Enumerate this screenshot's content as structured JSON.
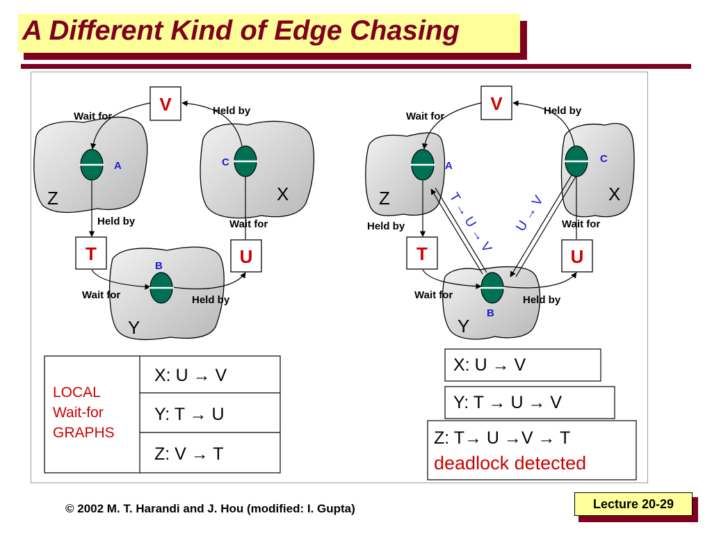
{
  "title": "A Different Kind of Edge Chasing",
  "footer": "© 2002 M. T. Harandi and J. Hou (modified: I. Gupta)",
  "lecture": "Lecture 20-29",
  "left": {
    "resources": {
      "V": "V",
      "T": "T",
      "U": "U"
    },
    "sites": {
      "Z": "Z",
      "X": "X",
      "Y": "Y"
    },
    "processes": {
      "A": "A",
      "B": "B",
      "C": "C"
    },
    "edges": {
      "wait_for_top": "Wait for",
      "held_by_top": "Held by",
      "held_by_left": "Held by",
      "wait_for_right": "Wait for",
      "wait_for_bottom": "Wait for",
      "held_by_bottom": "Held by"
    },
    "table": {
      "label_line1": "LOCAL",
      "label_line2": "Wait-for",
      "label_line3": "GRAPHS",
      "rows": [
        "X:  U → V",
        "Y:  T → U",
        "Z:  V → T"
      ]
    }
  },
  "right": {
    "resources": {
      "V": "V",
      "T": "T",
      "U": "U"
    },
    "sites": {
      "Z": "Z",
      "X": "X",
      "Y": "Y"
    },
    "processes": {
      "A": "A",
      "B": "B",
      "C": "C"
    },
    "edges": {
      "wait_for_top": "Wait for",
      "held_by_top": "Held by",
      "held_by_left": "Held by",
      "wait_for_right": "Wait for",
      "wait_for_bottom": "Wait for",
      "held_by_bottom": "Held by"
    },
    "probes": {
      "b_to_a": "T → U → V",
      "c_to_b": "U → V"
    },
    "results": {
      "x": "X:  U → V",
      "y": "Y:  T → U → V",
      "z": "Z:  T→ U →V → T",
      "detected": "deadlock detected"
    }
  },
  "colors": {
    "title": "#800020",
    "title_bg": "#ffff99",
    "resource": "#cc0000",
    "process": "#007055",
    "blue_label": "#1a1acc",
    "site_fill": "#d8d8d8"
  }
}
